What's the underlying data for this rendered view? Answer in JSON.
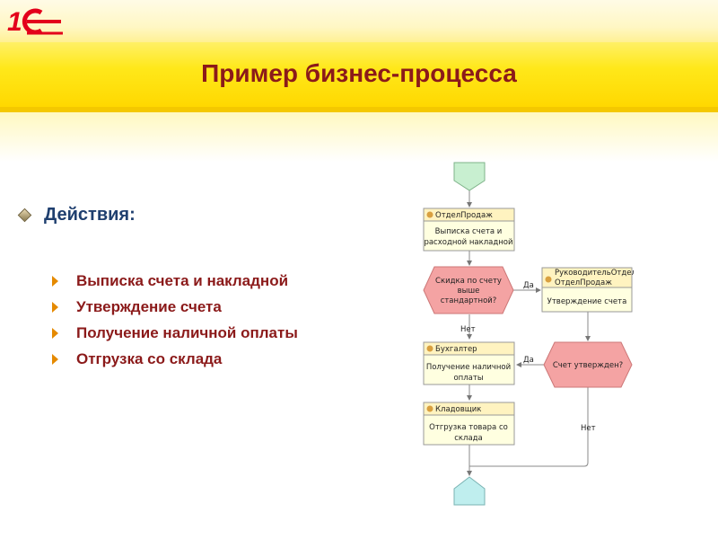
{
  "slide": {
    "title": "Пример бизнес-процесса",
    "logo_text": "1С",
    "section_heading": "Действия:",
    "items": [
      "Выписка счета и накладной",
      "Утверждение счета",
      "Получение наличной оплаты",
      "Отгрузка со склада"
    ]
  },
  "diagram": {
    "tasks": [
      {
        "role": "ОтделПродаж",
        "text1": "Выписка счета и",
        "text2": "расходной накладной"
      },
      {
        "role": "РуководительОтдел",
        "role2": "ОтделПродаж",
        "text1": "Утверждение счета"
      },
      {
        "role": "Бухгалтер",
        "text1": "Получение наличной",
        "text2": "оплаты"
      },
      {
        "role": "Кладовщик",
        "text1": "Отгрузка товара со",
        "text2": "склада"
      }
    ],
    "decisions": [
      {
        "text1": "Скидка по счету",
        "text2": "выше",
        "text3": "стандартной?"
      },
      {
        "text1": "Счет утвержден?"
      }
    ],
    "edge_labels": {
      "yes1": "Да",
      "no1": "Нет",
      "yes2": "Да",
      "no2": "Нет"
    }
  },
  "colors": {
    "title": "#8b1a1a",
    "heading": "#1f3f6f",
    "bullet": "#e58a00",
    "start_node": "#c8efd0",
    "end_node": "#bfeeee",
    "decision_fill": "#f4a3a3",
    "task_fill": "#ffffe0"
  }
}
